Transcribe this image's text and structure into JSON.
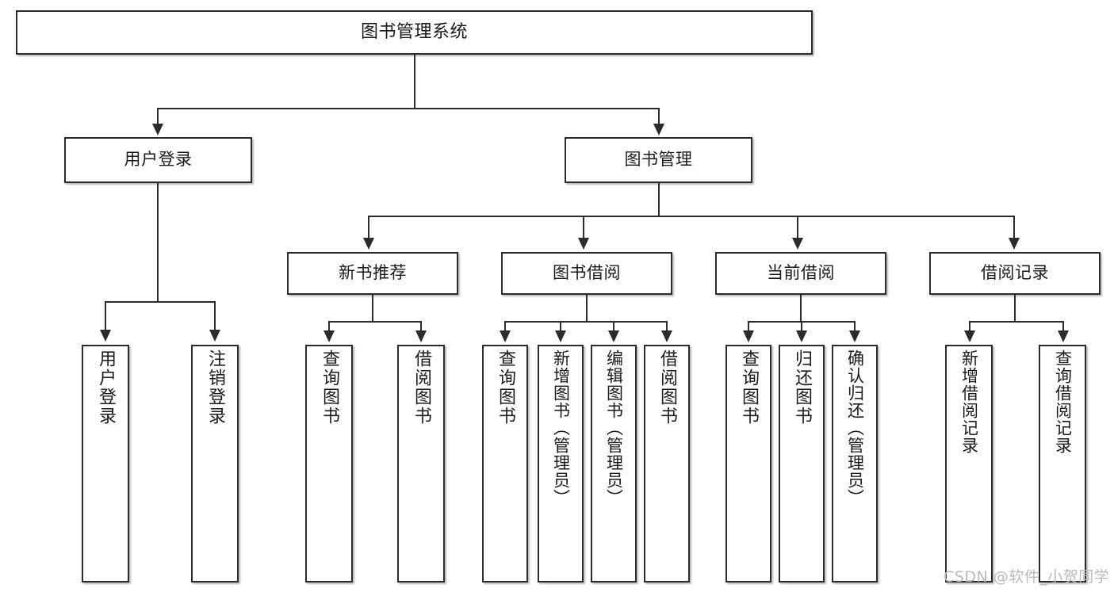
{
  "diagram": {
    "type": "hierarchy-tree",
    "title": "图书管理系统",
    "root": {
      "label": "图书管理系统"
    },
    "level1": [
      {
        "label": "用户登录"
      },
      {
        "label": "图书管理"
      }
    ],
    "level2": [
      {
        "label": "新书推荐"
      },
      {
        "label": "图书借阅"
      },
      {
        "label": "当前借阅"
      },
      {
        "label": "借阅记录"
      }
    ],
    "leaves": {
      "user_login": [
        {
          "label": "用户登录"
        },
        {
          "label": "注销登录"
        }
      ],
      "new_book_recommend": [
        {
          "label": "查询图书"
        },
        {
          "label": "借阅图书"
        }
      ],
      "book_borrow": [
        {
          "label": "查询图书"
        },
        {
          "label": "新增图书（管理员）"
        },
        {
          "label": "编辑图书（管理员）"
        },
        {
          "label": "借阅图书"
        }
      ],
      "current_borrow": [
        {
          "label": "查询图书"
        },
        {
          "label": "归还图书"
        },
        {
          "label": "确认归还（管理员）"
        }
      ],
      "borrow_record": [
        {
          "label": "新增借阅记录"
        },
        {
          "label": "查询借阅记录"
        }
      ]
    }
  },
  "watermark": {
    "text": "CSDN @软件_小贺同学"
  },
  "colors": {
    "stroke": "#2b2b2b",
    "fill": "#ffffff",
    "text": "#1a1a1a",
    "watermark": "#b9b9b9"
  }
}
